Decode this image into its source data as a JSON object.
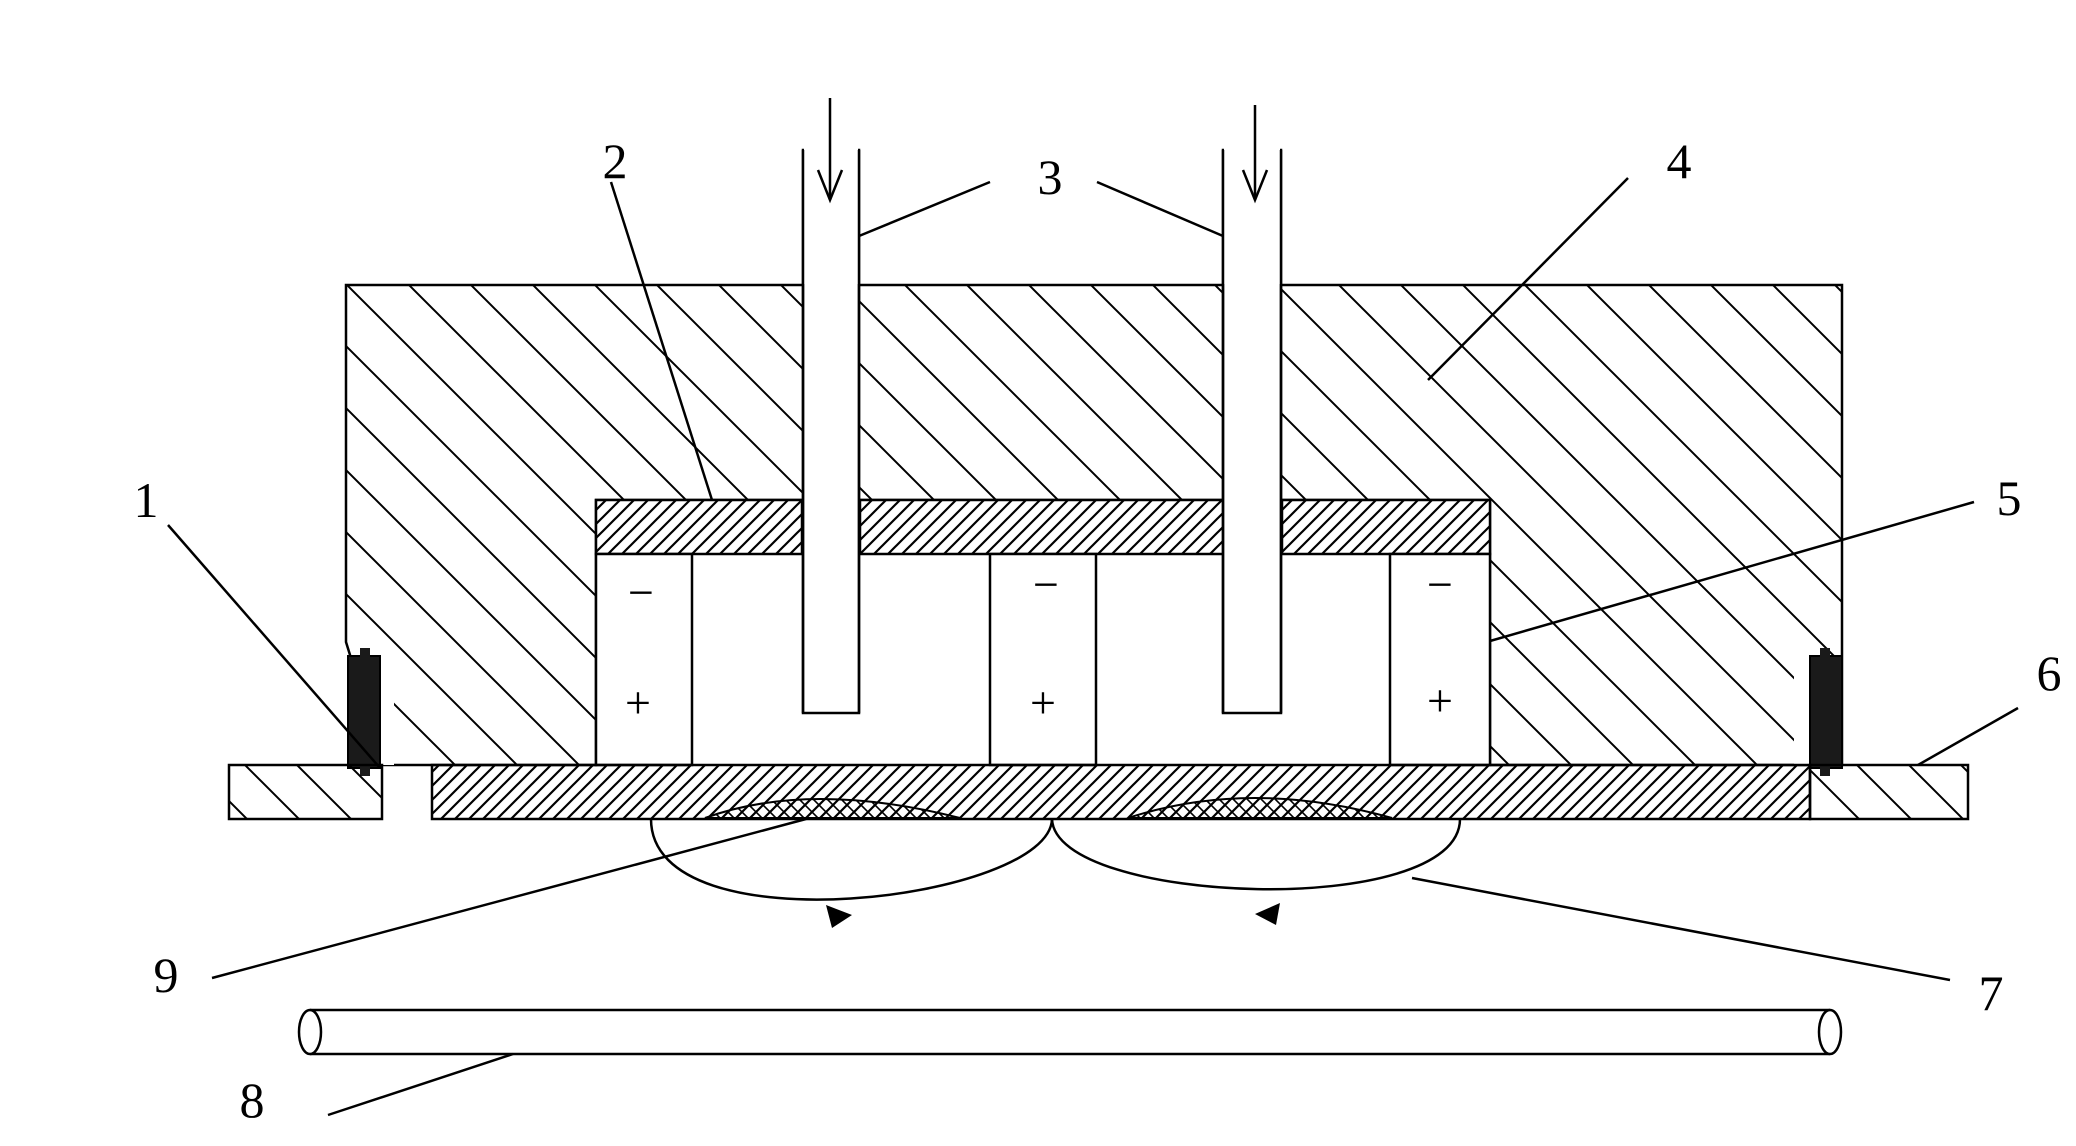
{
  "labels": {
    "l1": "1",
    "l2": "2",
    "l3": "3",
    "l4": "4",
    "l5": "5",
    "l6": "6",
    "l7": "7",
    "l8": "8",
    "l9": "9"
  },
  "polarity": {
    "negative": "−",
    "positive": "+"
  },
  "colors": {
    "line": "#000000",
    "fill": "#ffffff",
    "seal": "#1a1a1a"
  }
}
